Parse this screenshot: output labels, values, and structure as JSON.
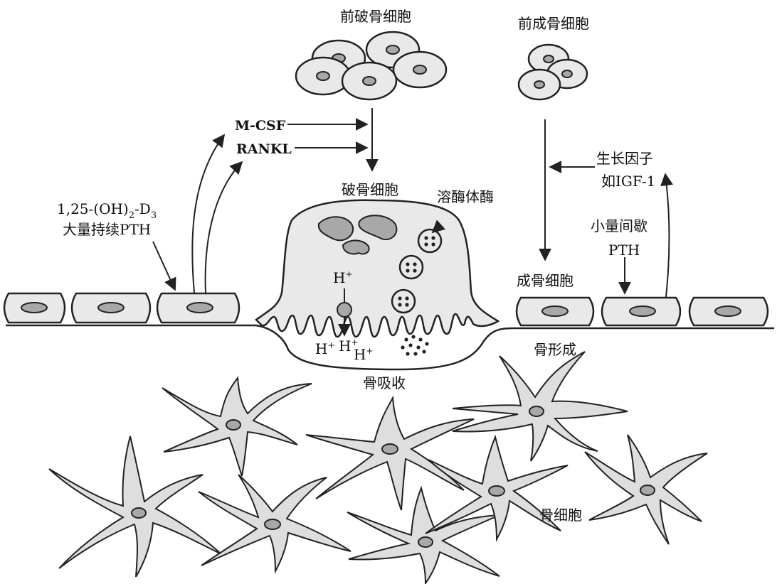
{
  "labels": {
    "preosteoclast": "前破骨细胞",
    "preosteoblast": "前成骨细胞",
    "mcsf": "M-CSF",
    "rankl": "RANKL",
    "osteoclast": "破骨细胞",
    "lysosomal_enzyme": "溶酶体酶",
    "vitd_prefix": "1,25-(OH)",
    "vitd_sub": "2",
    "vitd_mid": "-D",
    "vitd_sub2": "3",
    "pth_high": "大量持续PTH",
    "growth_factor": "生长因子",
    "igf": "如IGF-1",
    "pth_low_1": "小量间歇",
    "pth_low_2": "PTH",
    "osteoblast": "成骨细胞",
    "bone_formation": "骨形成",
    "bone_resorption": "骨吸收",
    "osteocyte": "骨细胞",
    "hplus": "H",
    "plus": "+"
  }
}
